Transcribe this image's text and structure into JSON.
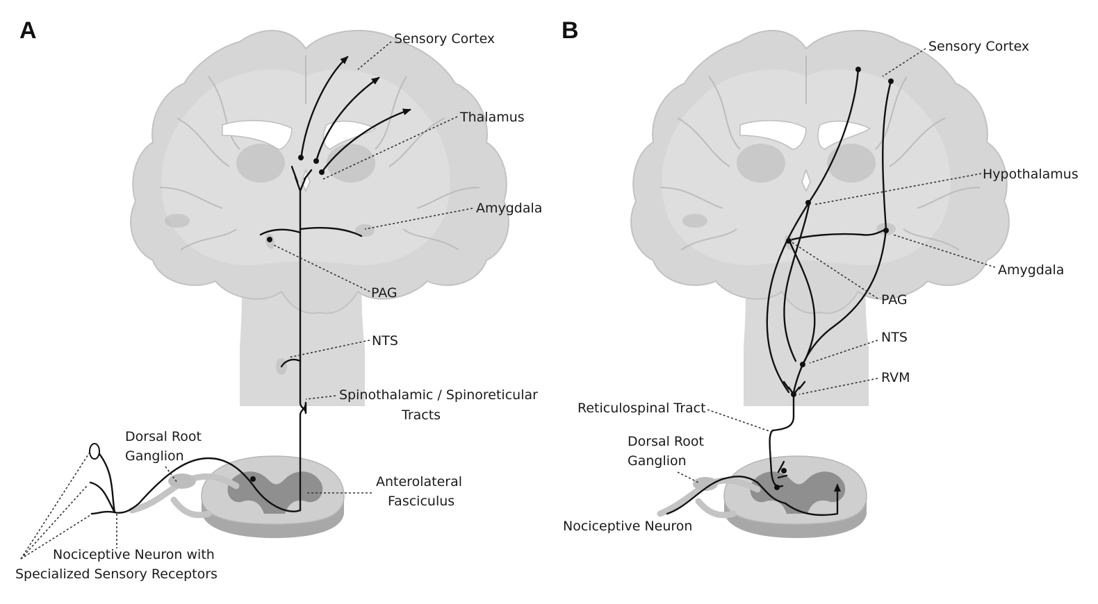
{
  "panels": {
    "a": {
      "letter": "A",
      "labels": {
        "sensory_cortex": "Sensory Cortex",
        "thalamus": "Thalamus",
        "amygdala": "Amygdala",
        "pag": "PAG",
        "nts": "NTS",
        "spinothalamic_line1": "Spinothalamic / Spinoreticular",
        "spinothalamic_line2": "Tracts",
        "drg_line1": "Dorsal Root",
        "drg_line2": "Ganglion",
        "anterolateral_line1": "Anterolateral",
        "anterolateral_line2": "Fasciculus",
        "nociceptive_line1": "Nociceptive Neuron with",
        "nociceptive_line2": "Specialized Sensory Receptors"
      }
    },
    "b": {
      "letter": "B",
      "labels": {
        "sensory_cortex": "Sensory Cortex",
        "hypothalamus": "Hypothalamus",
        "amygdala": "Amygdala",
        "pag": "PAG",
        "nts": "NTS",
        "rvm": "RVM",
        "reticulospinal": "Reticulospinal Tract",
        "drg_line1": "Dorsal Root",
        "drg_line2": "Ganglion",
        "nociceptive": "Nociceptive Neuron"
      }
    }
  }
}
